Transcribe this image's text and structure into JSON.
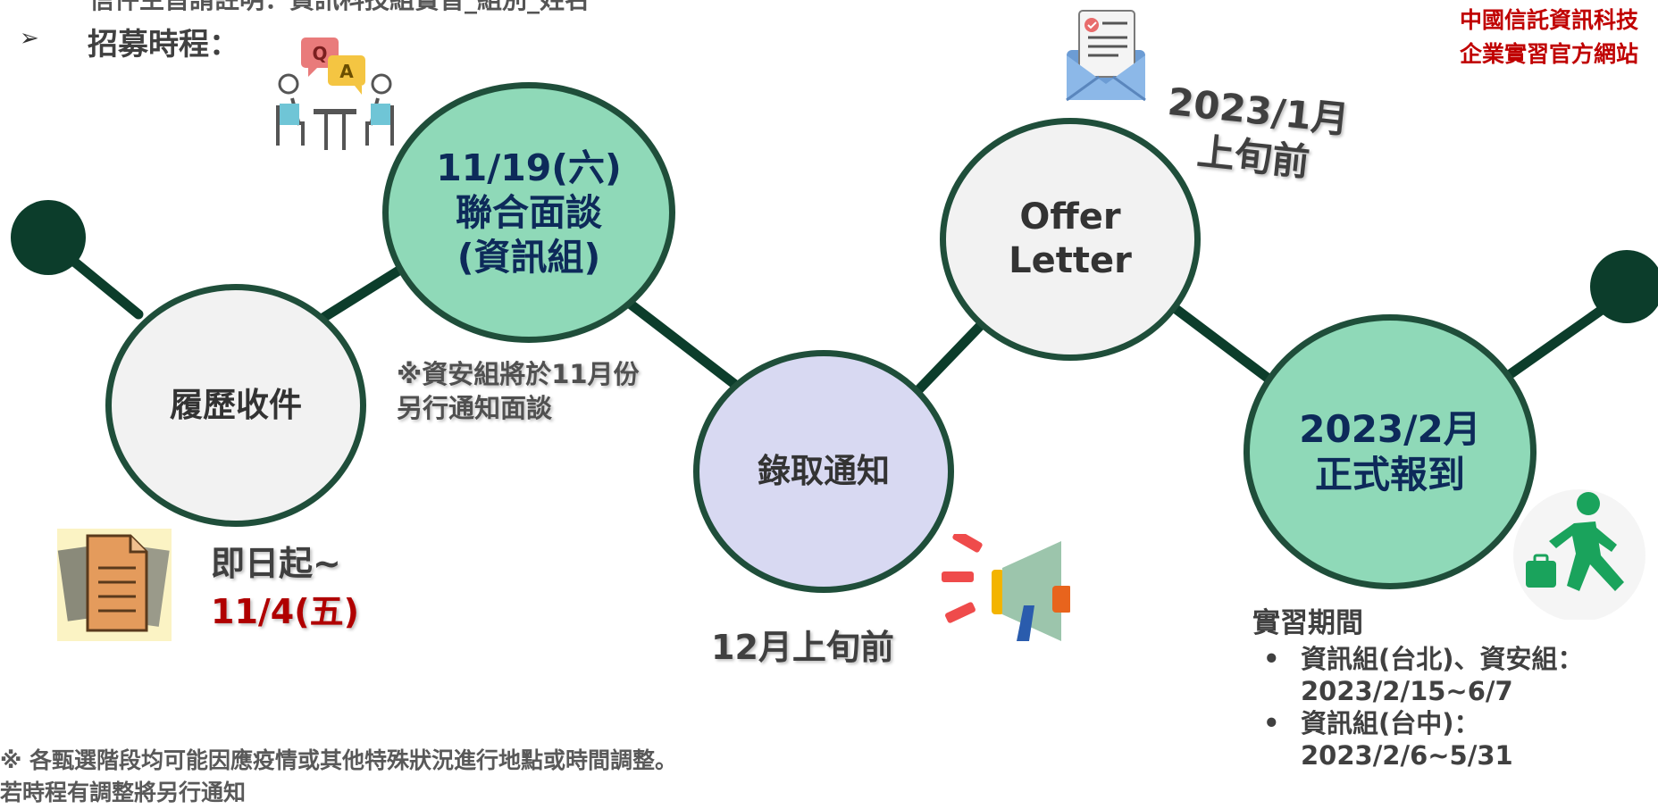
{
  "header": {
    "cut_line": "信件主旨請註明：資訊科技組實習_組別_姓名",
    "arrow": "➢",
    "title": "招募時程："
  },
  "brand": {
    "line1": "中國信託資訊科技",
    "line2": "企業實習官方網站"
  },
  "steps": {
    "resume": "履歷收件",
    "interview": [
      "11/19(六)",
      "聯合面談",
      "(資訊組)"
    ],
    "notice": "錄取通知",
    "offer": [
      "Offer",
      "Letter"
    ],
    "onboard": [
      "2023/2月",
      "正式報到"
    ]
  },
  "labels": {
    "resume_date_line1": "即日起~",
    "resume_date_line2": "11/4(五)",
    "security_note_line1": "※資安組將於11月份",
    "security_note_line2": "另行通知面談",
    "notice_date": "12月上旬前",
    "offer_date_line1": "2023/1月",
    "offer_date_line2": "上旬前"
  },
  "internship": {
    "title": "實習期間",
    "items": [
      {
        "line1": "資訊組(台北)、資安組：",
        "line2": "2023/2/15~6/7"
      },
      {
        "line1": "資訊組(台中)：",
        "line2": "2023/2/6~5/31"
      }
    ]
  },
  "footer": {
    "line1": "※ 各甄選階段均可能因應疫情或其他特殊狀況進行地點或時間調整。",
    "line2": "若時程有調整將另行通知"
  },
  "colors": {
    "line": "#0c3d2b",
    "green_fill": "#8fd9b8",
    "grey_fill": "#f2f2f2",
    "lilac_fill": "#d8d9f2",
    "accent_red": "#c00000"
  },
  "icons": {
    "qa": "qa-meeting-icon",
    "mail": "mail-letter-icon",
    "documents": "document-stack-icon",
    "megaphone": "megaphone-icon",
    "runner": "running-person-icon"
  }
}
